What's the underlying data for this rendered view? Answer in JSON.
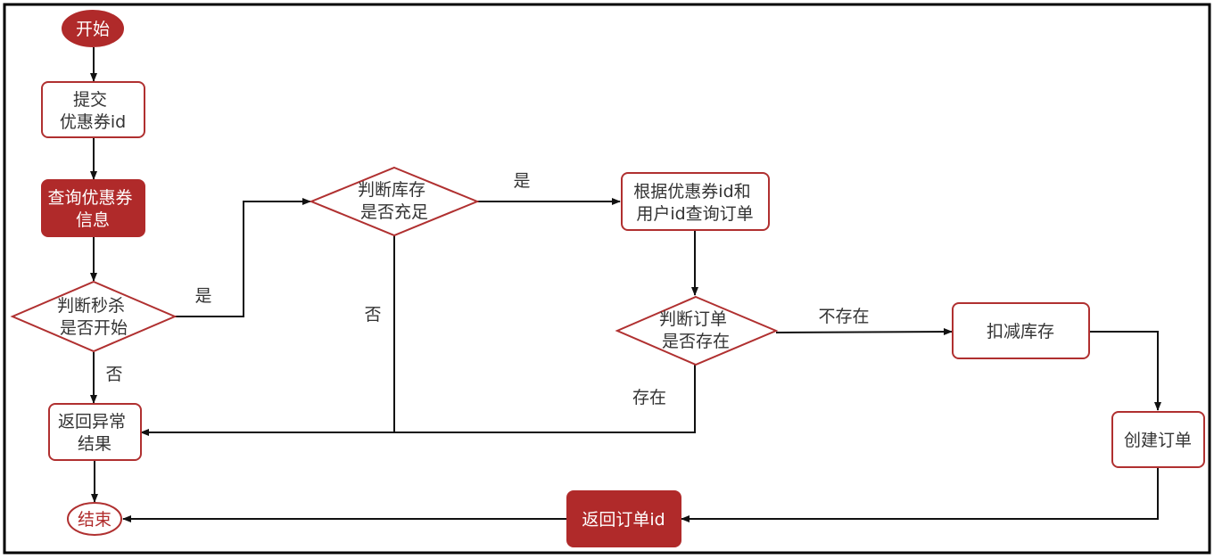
{
  "colors": {
    "accent": "#b02a2a",
    "node_fill": "#ffffff",
    "node_stroke": "#b03030",
    "text_dark": "#333333",
    "text_light": "#ffffff"
  },
  "nodes": {
    "start": "开始",
    "submit": [
      "提交",
      "优惠券id"
    ],
    "query_coupon": [
      "查询优惠券",
      "信息"
    ],
    "check_start": [
      "判断秒杀",
      "是否开始"
    ],
    "check_stock": [
      "判断库存",
      "是否充足"
    ],
    "query_order": [
      "根据优惠券id和",
      "用户id查询订单"
    ],
    "check_order": [
      "判断订单",
      "是否存在"
    ],
    "deduct": "扣减库存",
    "create_order": "创建订单",
    "return_error": [
      "返回异常",
      "结果"
    ],
    "return_order": "返回订单id",
    "end": "结束"
  },
  "edge_labels": {
    "start_yes": "是",
    "start_no": "否",
    "stock_yes": "是",
    "stock_no": "否",
    "order_not_exist": "不存在",
    "order_exist": "存在"
  }
}
